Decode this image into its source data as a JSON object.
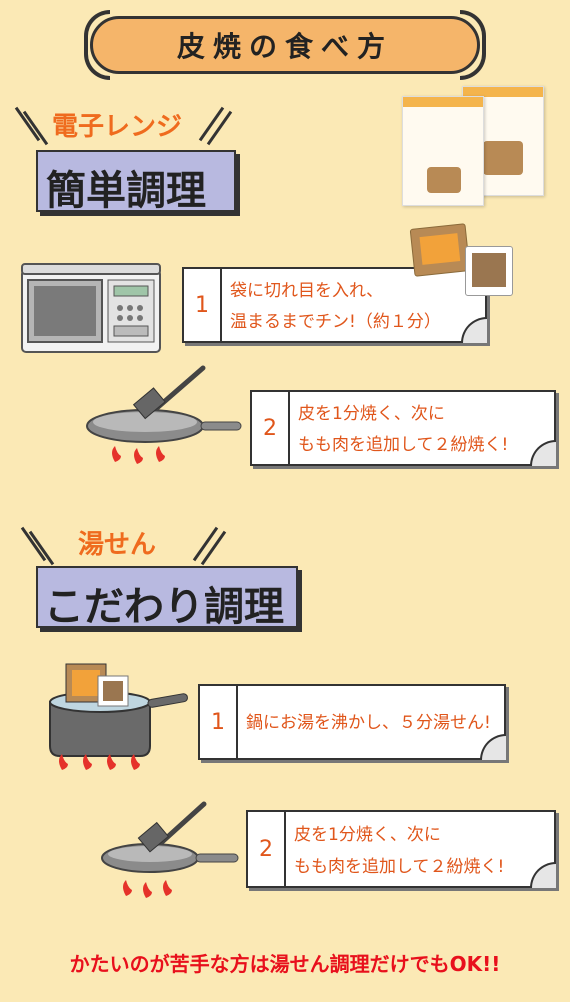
{
  "header": {
    "title": "皮焼の食べ方"
  },
  "sections": [
    {
      "subtitle": "電子レンジ",
      "title": "簡単調理",
      "steps": [
        {
          "num": "1",
          "line1": "袋に切れ目を入れ、",
          "line2": "温まるまでチン!（約１分）"
        },
        {
          "num": "2",
          "line1": "皮を1分焼く、次に",
          "line2": "もも肉を追加して２紛焼く!"
        }
      ]
    },
    {
      "subtitle": "湯せん",
      "title": "こだわり調理",
      "steps": [
        {
          "num": "1",
          "line1": "鍋にお湯を沸かし、５分湯せん!",
          "line2": ""
        },
        {
          "num": "2",
          "line1": "皮を1分焼く、次に",
          "line2": "もも肉を追加して２紛焼く!"
        }
      ]
    }
  ],
  "footer": {
    "note": "かたいのが苦手な方は湯せん調理だけでもOK!!"
  },
  "colors": {
    "background": "#fbe9b5",
    "banner": "#f5b56a",
    "accent": "#ef6b1e",
    "heading_box": "#b8b9e0",
    "footer_red": "#e8101c"
  },
  "icons": [
    "microwave-icon",
    "frying-pan-icon",
    "spatula-icon",
    "flame-icon",
    "pot-icon",
    "product-package-icon",
    "food-pack-icon"
  ]
}
